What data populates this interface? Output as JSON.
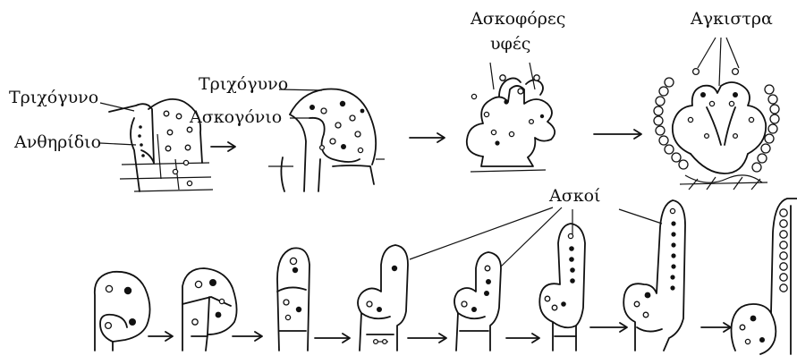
{
  "labels": {
    "trichogyne_left": "Τριχόγυνο",
    "antheridium": "Ανθηρίδιο",
    "trichogyne_mid": "Τριχόγυνο",
    "ascogonium": "Ασκογόνιο",
    "ascogenous": "Ασκοφόρες",
    "hyphae": "υφές",
    "hooks": "Αγκιστρα",
    "asci": "Ασκοί"
  },
  "stages": {
    "top_count": 4,
    "bottom_count": 8
  }
}
